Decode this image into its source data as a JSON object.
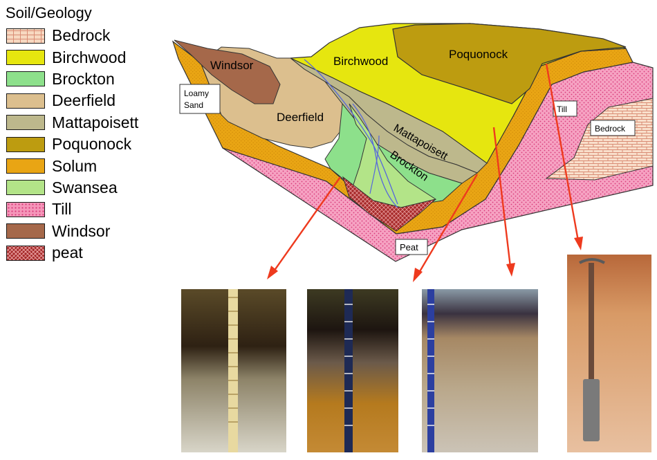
{
  "legend": {
    "title": "Soil/Geology",
    "items": [
      {
        "key": "bedrock",
        "label": "Bedrock",
        "color": "#f7d8c0",
        "pattern": "brick"
      },
      {
        "key": "birchwood",
        "label": "Birchwood",
        "color": "#e6e60f"
      },
      {
        "key": "brockton",
        "label": "Brockton",
        "color": "#8de08b"
      },
      {
        "key": "deerfield",
        "label": "Deerfield",
        "color": "#dcbf8e"
      },
      {
        "key": "mattapoisett",
        "label": "Mattapoisett",
        "color": "#bdb88c"
      },
      {
        "key": "poquonock",
        "label": "Poquonock",
        "color": "#bd9c10"
      },
      {
        "key": "solum",
        "label": "Solum",
        "color": "#e9a514"
      },
      {
        "key": "swansea",
        "label": "Swansea",
        "color": "#b3e488"
      },
      {
        "key": "till",
        "label": "Till",
        "color": "#f496b9",
        "pattern": "dots"
      },
      {
        "key": "windsor",
        "label": "Windsor",
        "color": "#a5684a"
      },
      {
        "key": "peat",
        "label": "peat",
        "color": "#a52a2a",
        "pattern": "peat"
      }
    ]
  },
  "diagram_labels": {
    "windsor": "Windsor",
    "birchwood": "Birchwood",
    "poquonock": "Poquonock",
    "deerfield": "Deerfield",
    "mattapoisett": "Mattapoisett",
    "brockton": "Brockton",
    "loamy_sand_line1": "Loamy",
    "loamy_sand_line2": "Sand",
    "till": "Till",
    "bedrock": "Bedrock",
    "peat": "Peat"
  },
  "colors": {
    "arrow": "#ee3a1e",
    "stream": "#5566dd"
  },
  "photos": [
    {
      "name": "soil-profile-photo-1"
    },
    {
      "name": "soil-profile-photo-2"
    },
    {
      "name": "soil-profile-photo-3"
    },
    {
      "name": "soil-profile-photo-4"
    }
  ]
}
